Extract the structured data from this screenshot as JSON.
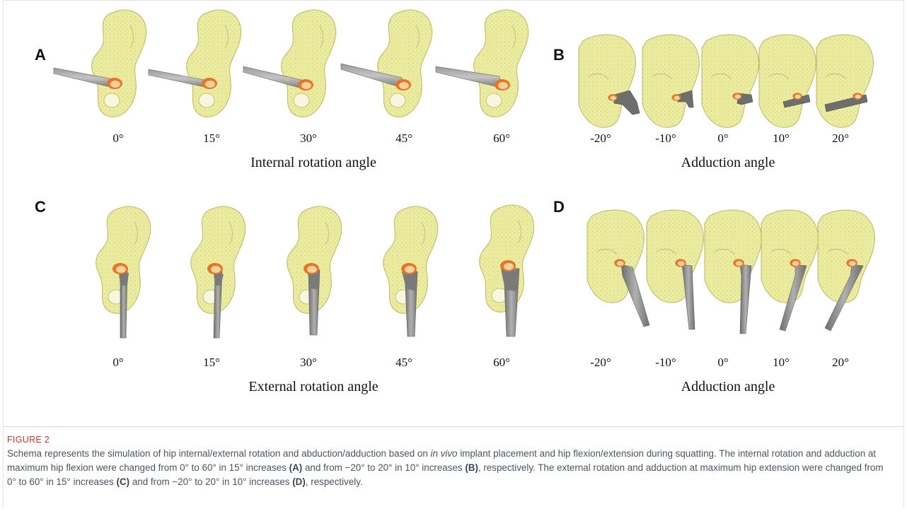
{
  "panels": {
    "A": {
      "letter": "A",
      "angles": [
        "0°",
        "15°",
        "30°",
        "45°",
        "60°"
      ],
      "title": "Internal rotation angle"
    },
    "B": {
      "letter": "B",
      "angles": [
        "-20°",
        "-10°",
        "0°",
        "10°",
        "20°"
      ],
      "title": "Adduction angle"
    },
    "C": {
      "letter": "C",
      "angles": [
        "0°",
        "15°",
        "30°",
        "45°",
        "60°"
      ],
      "title": "External rotation angle"
    },
    "D": {
      "letter": "D",
      "angles": [
        "-20°",
        "-10°",
        "0°",
        "10°",
        "20°"
      ],
      "title": "Adduction angle"
    }
  },
  "caption": {
    "label": "FIGURE 2",
    "seg1": "Schema represents the simulation of hip internal/external rotation and abduction/adduction based on ",
    "italic1": "in vivo",
    "seg2": " implant placement and hip flexion/extension during squatting. The internal rotation and adduction at maximum hip flexion were changed from 0° to 60° in 15° increases ",
    "ref1": "(A)",
    "seg3": " and from −20° to 20° in 10° increases ",
    "ref2": "(B)",
    "seg4": ", respectively. The external rotation and adduction at maximum hip extension were changed from 0° to 60° in 15° increases ",
    "ref3": "(C)",
    "seg5": " and from −20° to 20° in 10° increases ",
    "ref4": "(D)",
    "seg6": ", respectively."
  },
  "colors": {
    "bone": "#ecec9e",
    "bone_edge": "#b8b86a",
    "implant": "#8f8f8f",
    "implant_dark": "#5e5e5e",
    "cup": "#e8742a",
    "liner": "#f3d39a"
  }
}
